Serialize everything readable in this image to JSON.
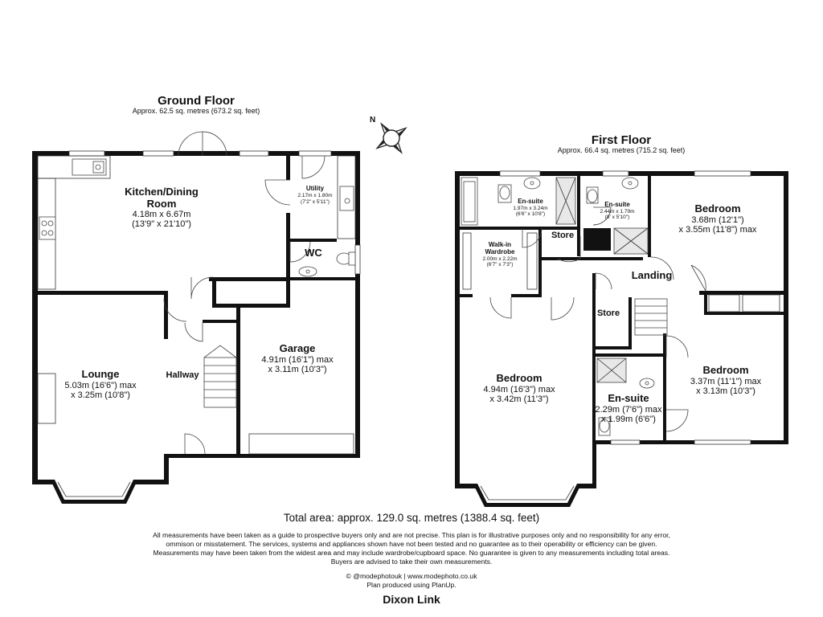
{
  "ground_floor": {
    "title": "Ground Floor",
    "area": "Approx. 62.5 sq. metres (673.2 sq. feet)",
    "rooms": {
      "kitchen": {
        "name_line1": "Kitchen/Dining",
        "name_line2": "Room",
        "dim_metric": "4.18m x 6.67m",
        "dim_imperial": "(13'9\" x 21'10\")"
      },
      "utility": {
        "name": "Utility",
        "dim_metric": "2.17m x 1.80m",
        "dim_imperial": "(7'2\" x 5'11\")"
      },
      "wc": {
        "name": "WC"
      },
      "lounge": {
        "name": "Lounge",
        "dim_metric": "5.03m (16'6\") max",
        "dim_imperial": "x 3.25m (10'8\")"
      },
      "hallway": {
        "name": "Hallway"
      },
      "garage": {
        "name": "Garage",
        "dim_metric": "4.91m (16'1\") max",
        "dim_imperial": "x 3.11m (10'3\")"
      }
    }
  },
  "first_floor": {
    "title": "First Floor",
    "area": "Approx. 66.4 sq. metres (715.2 sq. feet)",
    "rooms": {
      "ensuite_left": {
        "name": "En-suite",
        "dim_metric": "1.97m x 3.24m",
        "dim_imperial": "(6'6\" x 10'8\")"
      },
      "ensuite_mid": {
        "name": "En-suite",
        "dim_metric": "2.44m x 1.79m",
        "dim_imperial": "(8' x 5'10\")"
      },
      "walkin": {
        "name_line1": "Walk-in",
        "name_line2": "Wardrobe",
        "dim_metric": "2.00m x 2.22m",
        "dim_imperial": "(6'7\" x 7'3\")"
      },
      "store_top": {
        "name": "Store"
      },
      "store_mid": {
        "name": "Store"
      },
      "landing": {
        "name": "Landing"
      },
      "bedroom_main": {
        "name": "Bedroom",
        "dim_metric": "4.94m (16'3\") max",
        "dim_imperial": "x 3.42m (11'3\")"
      },
      "bedroom_tr": {
        "name": "Bedroom",
        "dim_metric": "3.68m (12'1\")",
        "dim_imperial": "x 3.55m (11'8\") max"
      },
      "bedroom_br": {
        "name": "Bedroom",
        "dim_metric": "3.37m (11'1\") max",
        "dim_imperial": "x 3.13m (10'3\")"
      },
      "ensuite_bottom": {
        "name": "En-suite",
        "dim_metric": "2.29m (7'6\") max",
        "dim_imperial": "x 1.99m (6'6\")"
      }
    }
  },
  "compass": {
    "label": "N"
  },
  "footer": {
    "total_area": "Total area: approx. 129.0 sq. metres (1388.4 sq. feet)",
    "disclaimer_lines": [
      "All measurements have been taken as a guide to prospective buyers only and are not precise. This plan is for illustrative purposes only and no responsibility for any error,",
      "ommison or misstatement. The services, systems and appliances shown have not been tested and no guarantee as to their operability or efficiency can be given.",
      "Measurements may have been taken from the widest area and may include wardrobe/cupboard space. No guarantee is given to any measurements including total areas.",
      "Buyers are advised to take their own measurements."
    ],
    "credit_line1": "© @modephotouk | www.modephoto.co.uk",
    "credit_line2": "Plan produced using PlanUp.",
    "property_name": "Dixon Link"
  }
}
